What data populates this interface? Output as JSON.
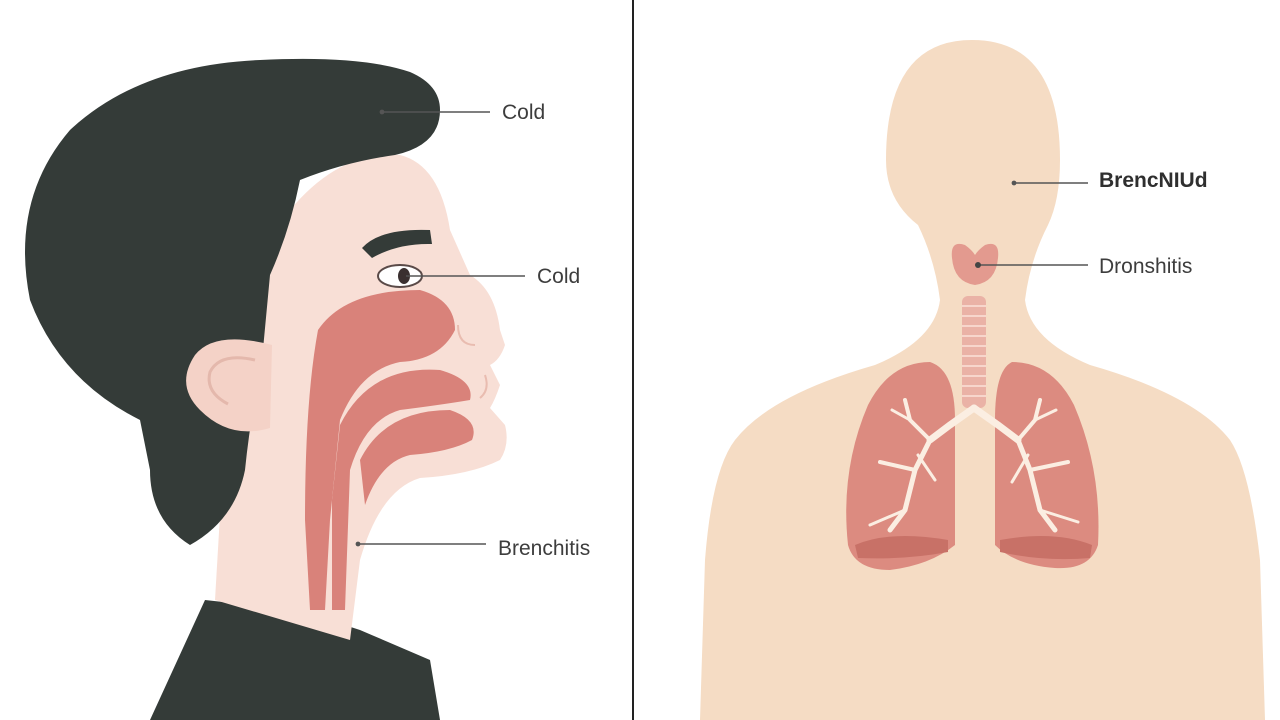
{
  "left_panel": {
    "labels": {
      "hair": "Cold",
      "eye": "Cold",
      "neck": "Brenchitis"
    }
  },
  "right_panel": {
    "labels": {
      "head": "BrencNIUd",
      "throat": "Dronshitis"
    }
  },
  "colors": {
    "hair": "#343b38",
    "skin_left": "#f8dfd6",
    "airway": "#d9827a",
    "skin_right": "#f5dcc4",
    "lungs": "#dc8b80",
    "bronchi": "#fbeee2",
    "divider": "#222222",
    "leader_line": "#555555"
  }
}
